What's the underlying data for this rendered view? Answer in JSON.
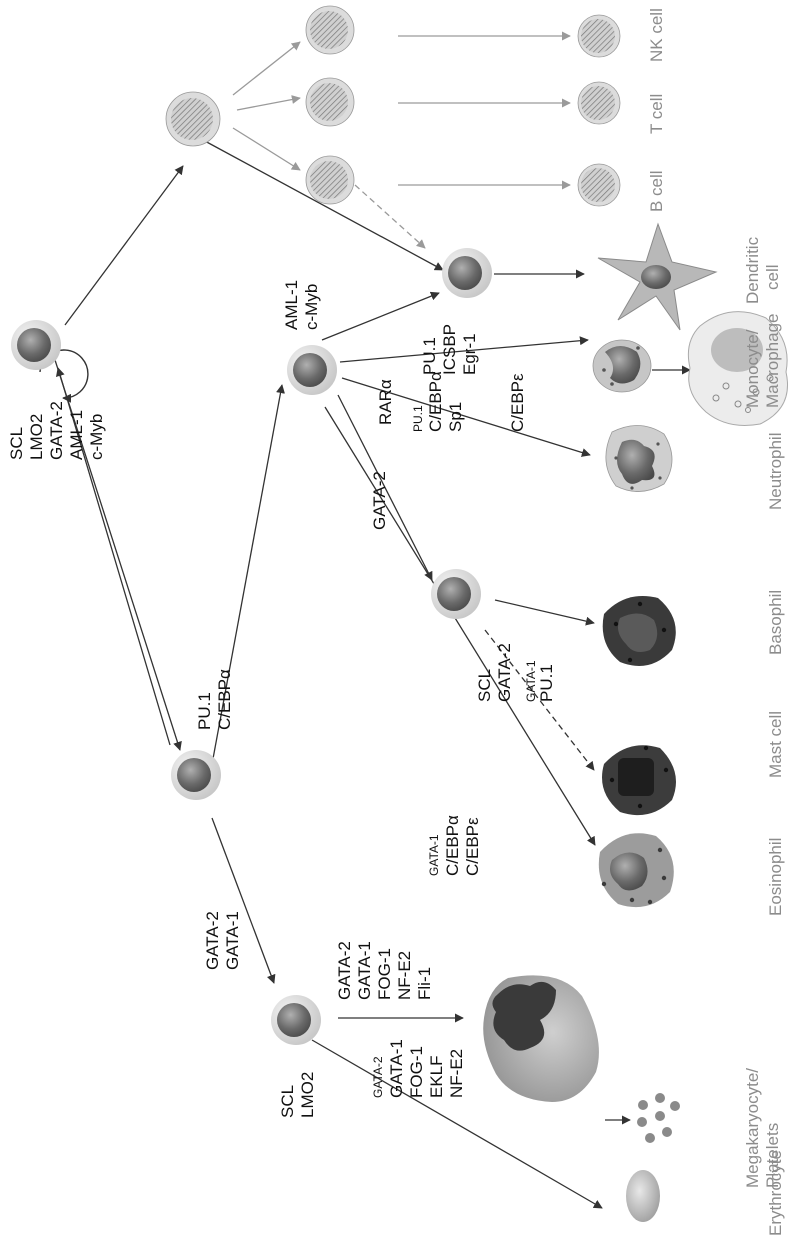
{
  "colors": {
    "arrow_dark": "#333333",
    "arrow_light": "#9a9a9a",
    "cell_outer": "#d8d8d8",
    "nucleus": "#6a6a6a",
    "label_gray": "#8c8c8c",
    "label_black": "#111111"
  },
  "factors": {
    "hsc": [
      "SCL",
      "LMO2",
      "GATA-2",
      "AML-1",
      "c-Myb"
    ],
    "cmp": [
      "PU.1",
      "C/EBPα"
    ],
    "gmp": [
      "AML-1",
      "c-Myb"
    ],
    "mep": [
      "GATA-2",
      "GATA-1"
    ],
    "mep_cell": [
      "SCL",
      "LMO2"
    ],
    "mega": [
      "GATA-2",
      "GATA-1",
      "FOG-1",
      "NF-E2",
      "Fli-1"
    ],
    "ery": [
      "GATA-2",
      "GATA-1",
      "FOG-1",
      "EKLF",
      "NF-E2"
    ],
    "eos": [
      "GATA-1",
      "C/EBPα",
      "C/EBPε"
    ],
    "mast_baso_precursor": [
      "GATA-2"
    ],
    "mast": [
      "SCL",
      "GATA-2",
      "GATA-1",
      "PU.1"
    ],
    "neut": [
      "RARα",
      "PU.1",
      "C/EBPα",
      "Sp1",
      "C/EBPε"
    ],
    "mono": [
      "PU.1",
      "ICSBP",
      "Egr-1"
    ]
  },
  "cells": {
    "erythrocyte": "Erythrocyte",
    "megakaryocyte": [
      "Megakaryocyte/",
      "Platelets"
    ],
    "eosinophil": "Eosinophil",
    "mast": "Mast cell",
    "basophil": "Basophil",
    "neutrophil": "Neutrophil",
    "monocyte": [
      "Monocyte/",
      "Macrophage"
    ],
    "dendritic": [
      "Dendritic",
      "cell"
    ],
    "b_cell": "B cell",
    "t_cell": "T cell",
    "nk_cell": "NK cell"
  }
}
